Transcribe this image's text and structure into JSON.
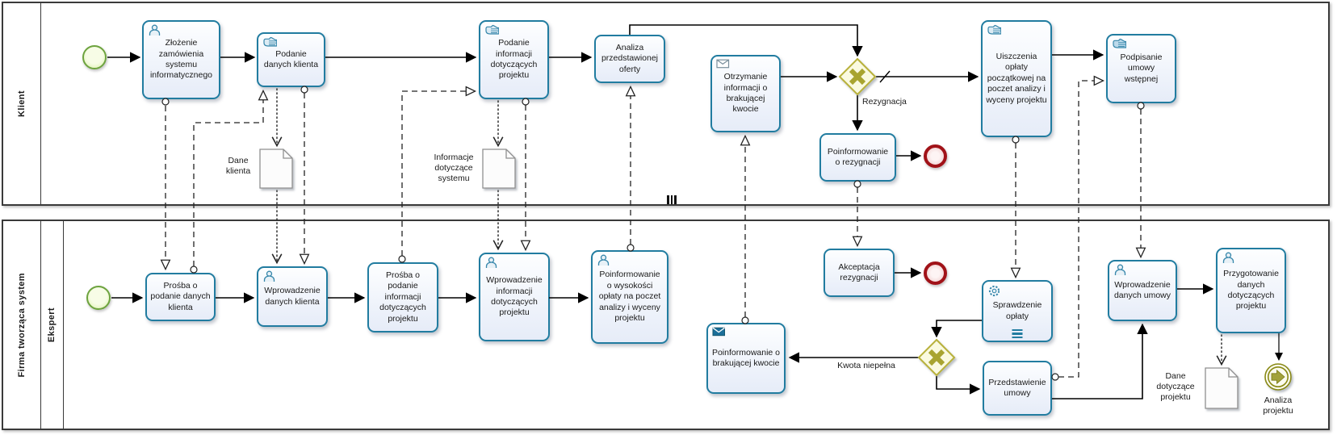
{
  "pools": {
    "klient": {
      "label": "Klient"
    },
    "firma": {
      "label": "Firma tworząca system",
      "lane": "Ekspert"
    }
  },
  "nodes": {
    "zlozenie_zamowienia": {
      "label": "Złożenie zamówienia systemu informatycznego",
      "icon": "user-task-icon"
    },
    "podanie_danych": {
      "label": "Podanie danych klienta",
      "icon": "manual-task-icon"
    },
    "podanie_informacji": {
      "label": "Podanie informacji dotyczących projektu",
      "icon": "manual-task-icon"
    },
    "analiza_oferty": {
      "label": "Analiza przedstawionej oferty",
      "icon": ""
    },
    "otrzymanie_informacji": {
      "label": "Otrzymanie informacji o brakującej kwocie",
      "icon": "receive-message-icon"
    },
    "poinformowanie_rezygnacja": {
      "label": "Poinformowanie o rezygnacji",
      "icon": ""
    },
    "uiszczenie_oplaty": {
      "label": "Uiszczenia opłaty początkowej na poczet analizy i wyceny projektu",
      "icon": "manual-task-icon"
    },
    "podpisanie_umowy": {
      "label": "Podpisanie umowy wstępnej",
      "icon": "manual-task-icon"
    },
    "prosba_dane": {
      "label": "Prośba o podanie danych klienta",
      "icon": ""
    },
    "wprowadzenie_danych": {
      "label": "Wprowadzenie danych klienta",
      "icon": "user-task-icon"
    },
    "prosba_informacje": {
      "label": "Prośba o podanie informacji dotyczących projektu",
      "icon": ""
    },
    "wprowadzenie_informacji": {
      "label": "Wprowadzenie informacji dotyczących projektu",
      "icon": "user-task-icon"
    },
    "poinformowanie_wysokosc": {
      "label": "Poinformowanie o wysokości opłaty na poczet analizy i wyceny projektu",
      "icon": "user-task-icon"
    },
    "akceptacja_rezygnacji": {
      "label": "Akceptacja rezygnacji",
      "icon": ""
    },
    "poinformowanie_kwota": {
      "label": "Poinformowanie o brakującej kwocie",
      "icon": "send-message-icon"
    },
    "sprawdzenie_oplaty": {
      "label": "Sprawdzenie opłaty",
      "icon": "service-task-icon",
      "marker": "sequential-multi-instance"
    },
    "przedstawienie_umowy": {
      "label": "Przedstawienie umowy",
      "icon": ""
    },
    "wprowadzenie_umowy": {
      "label": "Wprowadzenie danych umowy",
      "icon": "user-task-icon"
    },
    "przygotowanie_danych": {
      "label": "Przygotowanie danych dotyczących projektu",
      "icon": "user-task-icon"
    }
  },
  "data_objects": {
    "dane_klienta": {
      "label": "Dane klienta"
    },
    "informacje_systemu": {
      "label": "Informacje dotyczące systemu"
    },
    "dane_projektu": {
      "label": "Dane dotyczące projektu"
    }
  },
  "events": {
    "analiza_projektu": {
      "label": "Analiza projektu",
      "type": "link-intermediate-event"
    }
  },
  "edge_labels": {
    "rezygnacja": "Rezygnacja",
    "kwota_niepelna": "Kwota niepełna"
  },
  "markers": {
    "pool_boundary": "multi-instance-III",
    "gateway_type": "exclusive-xor"
  },
  "colors": {
    "task_border": "#217ca0",
    "task_fill": "#eef3fb",
    "start_border": "#6da33e",
    "start_fill": "#d8f0a5",
    "end_border": "#a11218",
    "gateway_border": "#b8b13b",
    "gateway_cross": "#a8a430",
    "link_event": "#898914",
    "send_envelope": "#1c6f99"
  }
}
